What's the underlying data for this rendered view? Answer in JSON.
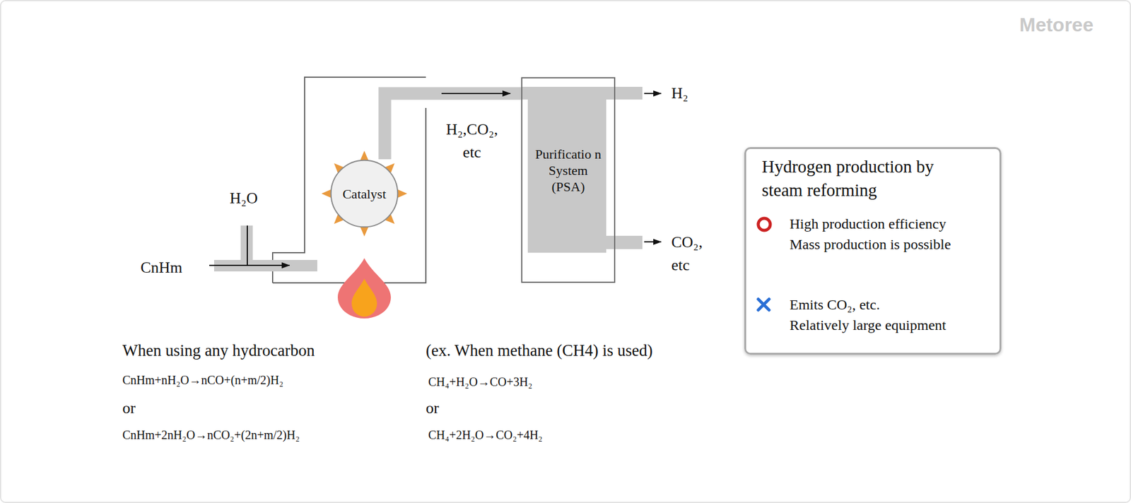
{
  "diagram": {
    "nodes": [
      {
        "text": [
          "Catalyst"
        ]
      },
      {
        "text": [
          "Purificatio n System (PSA)"
        ]
      },
      {
        "text": [
          "Hydrogen production by steam reforming",
          "High production efficiency",
          "Mass production is possible",
          "Emits CO₂, etc.",
          "Relatively large equipment"
        ]
      }
    ],
    "edges": [
      {
        "from": 0,
        "to": 1,
        "arrow": "to",
        "label": "H₂,CO₂, etc"
      }
    ],
    "labels": [
      "Metoree",
      "H₂O",
      "CnHm",
      "H₂",
      "CO₂, etc",
      "When using any hydrocarbon",
      "CnHm+nH₂O→nCO+(n+m/2)H₂",
      "or",
      "CnHm+2nH₂O→nCO₂+(2n+m/2)H₂",
      "(ex. When methane (CH4) is used)",
      "CH₄+H₂O→CO+3H₂",
      "or",
      "CH₄+2H₂O→CO₂+4H₂"
    ]
  }
}
